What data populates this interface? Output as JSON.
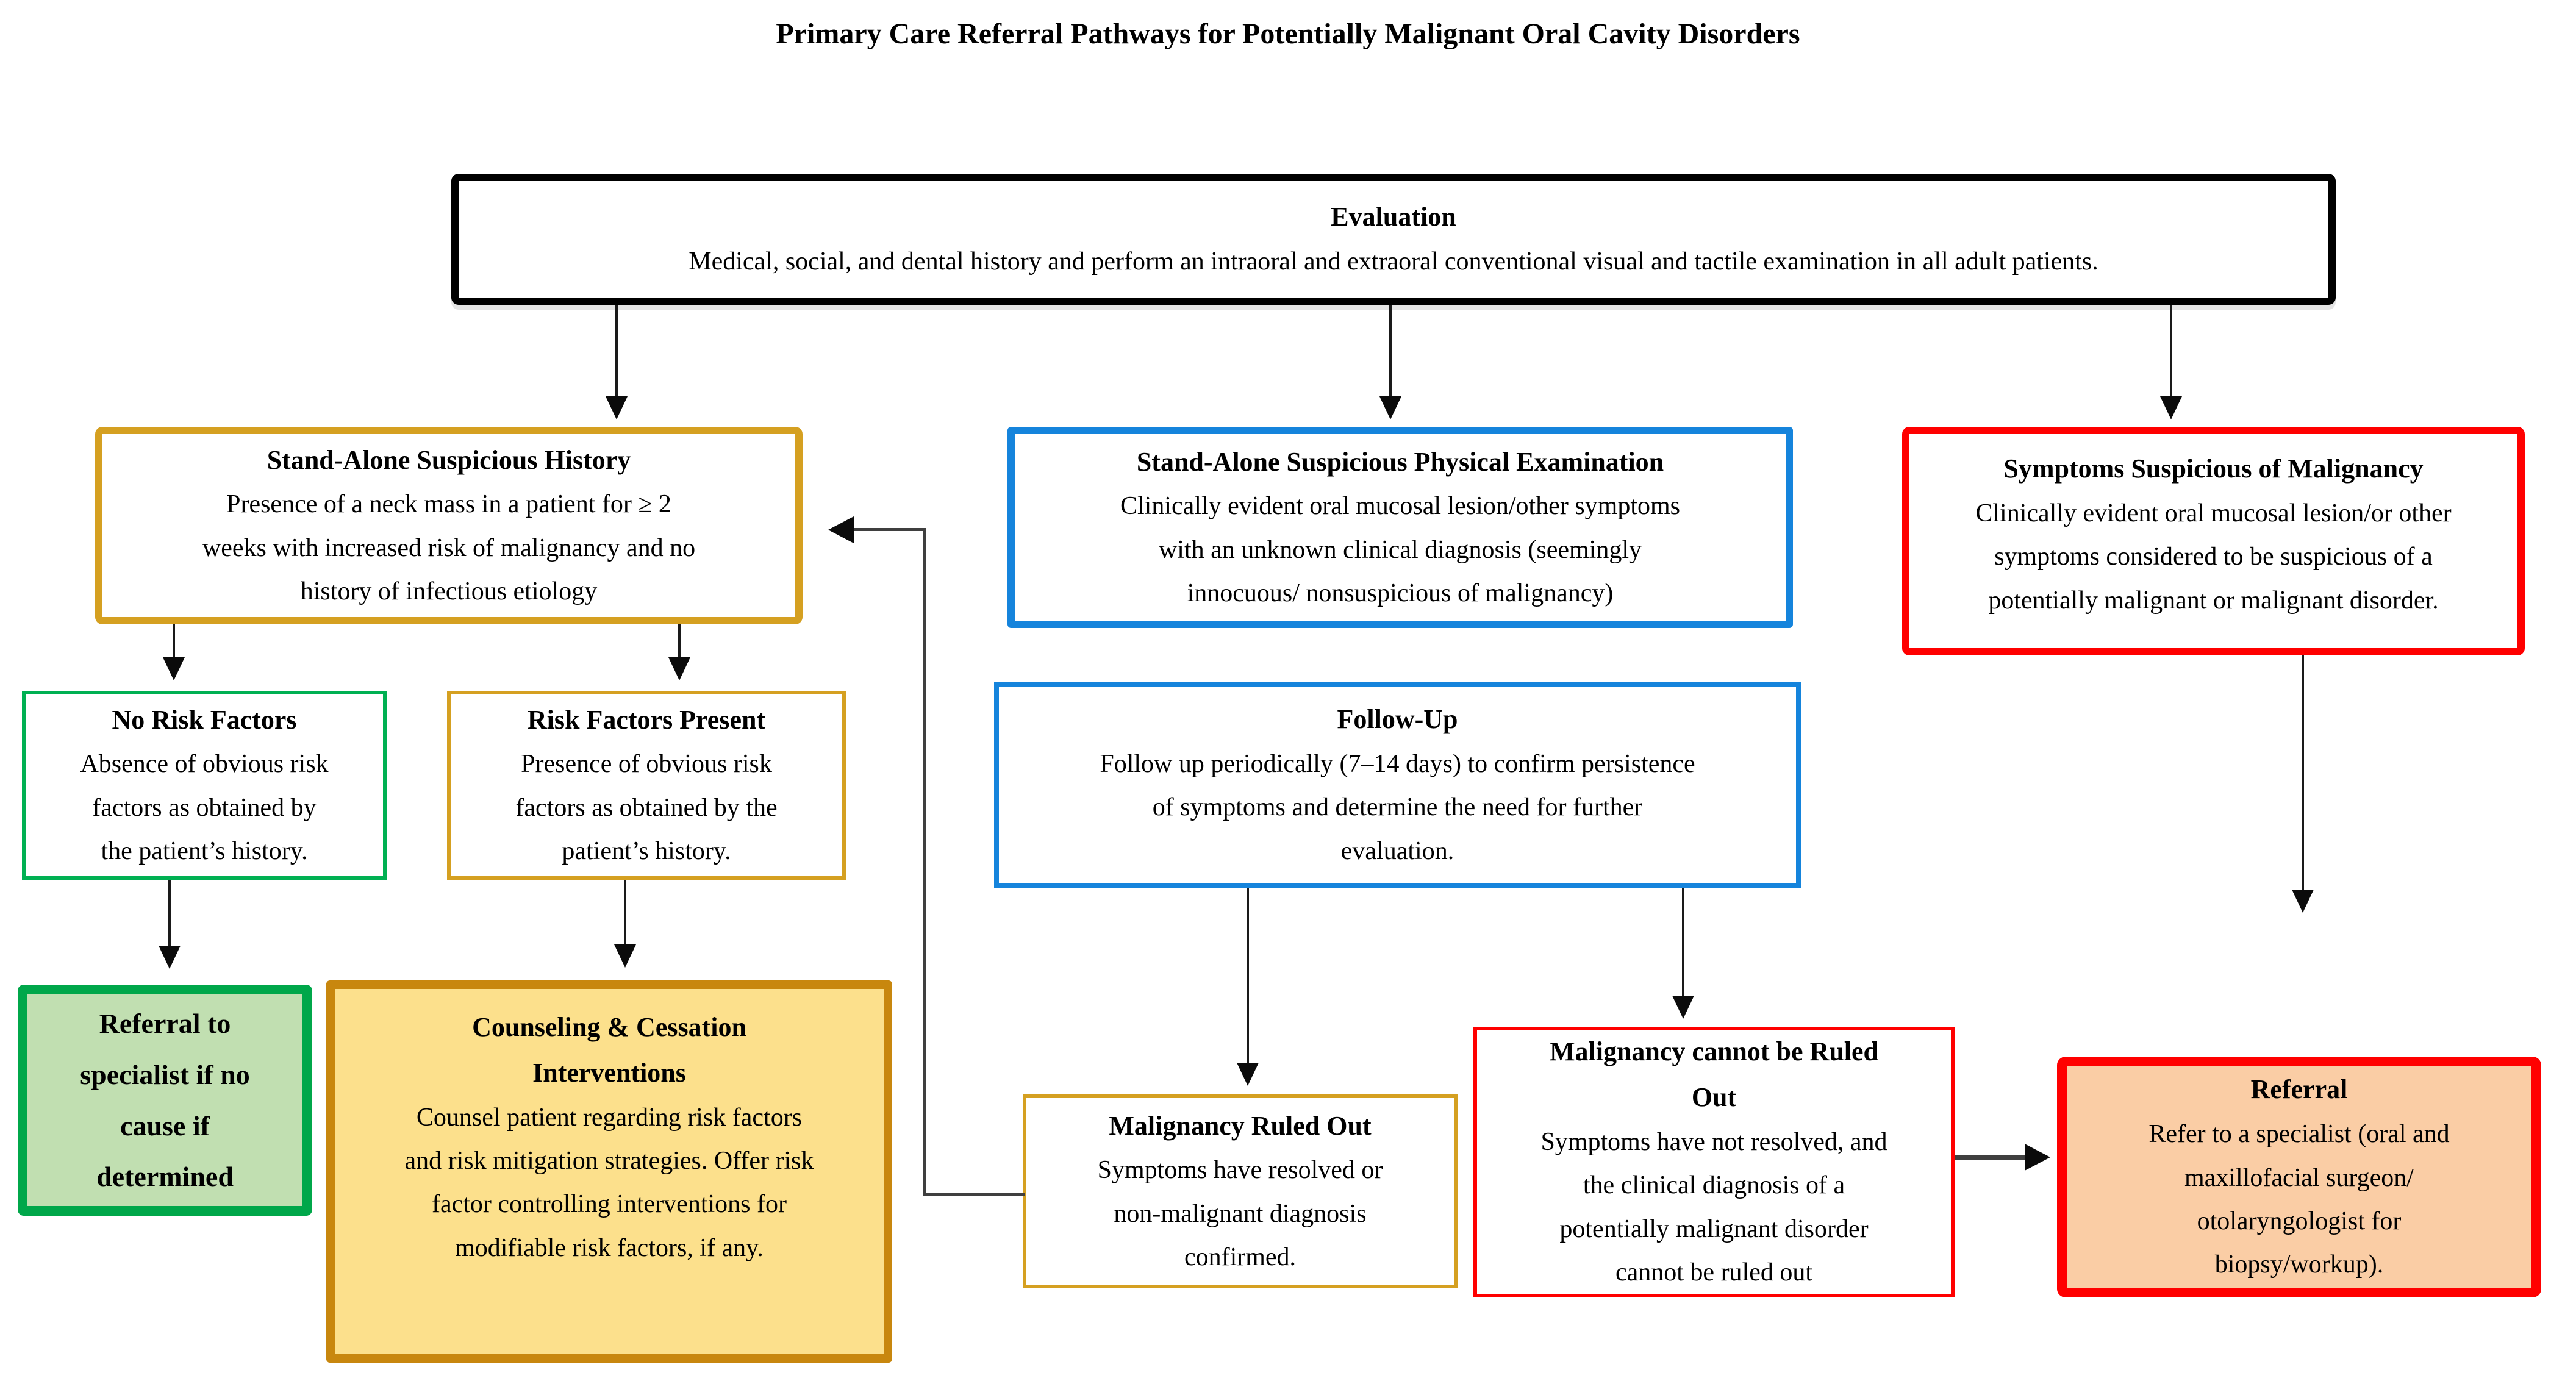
{
  "title": "Primary Care Referral Pathways for Potentially Malignant Oral Cavity Disorders",
  "boxes": {
    "evaluation": {
      "title": "Evaluation",
      "body": "Medical, social, and dental history and perform an intraoral and extraoral conventional visual and tactile examination in all adult patients."
    },
    "history": {
      "title": "Stand-Alone Suspicious History",
      "body": "Presence of a neck mass in a patient for ≥ 2\nweeks with increased risk of malignancy and no\nhistory of infectious etiology"
    },
    "physical": {
      "title": "Stand-Alone Suspicious Physical Examination",
      "body": "Clinically evident oral mucosal lesion/other symptoms\nwith an unknown clinical diagnosis (seemingly\ninnocuous/ nonsuspicious of malignancy)"
    },
    "symptoms": {
      "title": "Symptoms Suspicious of Malignancy",
      "body": "Clinically evident oral mucosal lesion/or other\nsymptoms considered to be suspicious of a\npotentially malignant or malignant disorder."
    },
    "no_risk": {
      "title": "No Risk Factors",
      "body": "Absence of obvious risk\nfactors as obtained by\nthe patient’s history."
    },
    "risk_present": {
      "title": "Risk Factors Present",
      "body": "Presence of obvious risk\nfactors as obtained by the\npatient’s history."
    },
    "follow_up": {
      "title": "Follow-Up",
      "body": "Follow up periodically (7–14 days) to confirm persistence\nof symptoms and determine the need for further\nevaluation."
    },
    "green_referral": {
      "body": "Referral to\nspecialist if no\ncause if\ndetermined"
    },
    "counseling": {
      "title": "Counseling & Cessation\nInterventions",
      "body": "Counsel patient regarding risk factors\nand risk mitigation strategies. Offer risk\nfactor controlling interventions for\nmodifiable risk factors, if any."
    },
    "ruled_out": {
      "title": "Malignancy Ruled Out",
      "body": "Symptoms have resolved or\nnon-malignant diagnosis\nconfirmed."
    },
    "cannot_ruled_out": {
      "title": "Malignancy cannot be Ruled\nOut",
      "body": "Symptoms have not resolved, and\nthe clinical diagnosis of a\npotentially malignant disorder\ncannot be ruled out"
    },
    "referral": {
      "title": "Referral",
      "body": "Refer to a specialist (oral and\nmaxillofacial surgeon/\notolaryngologist for\nbiopsy/workup)."
    }
  },
  "colors": {
    "black": "#000000",
    "gold": "#D5A021",
    "gold-dark": "#C8870E",
    "blue": "#1584DC",
    "red": "#FF0000",
    "green": "#00B052",
    "green-dark": "#00A74A",
    "green-fill": "#C1DFB1",
    "yellow-fill": "#FCE08C",
    "peach-fill": "#FACDA5",
    "line": "#1a1a1a",
    "line-gray": "#3f3f3f"
  }
}
